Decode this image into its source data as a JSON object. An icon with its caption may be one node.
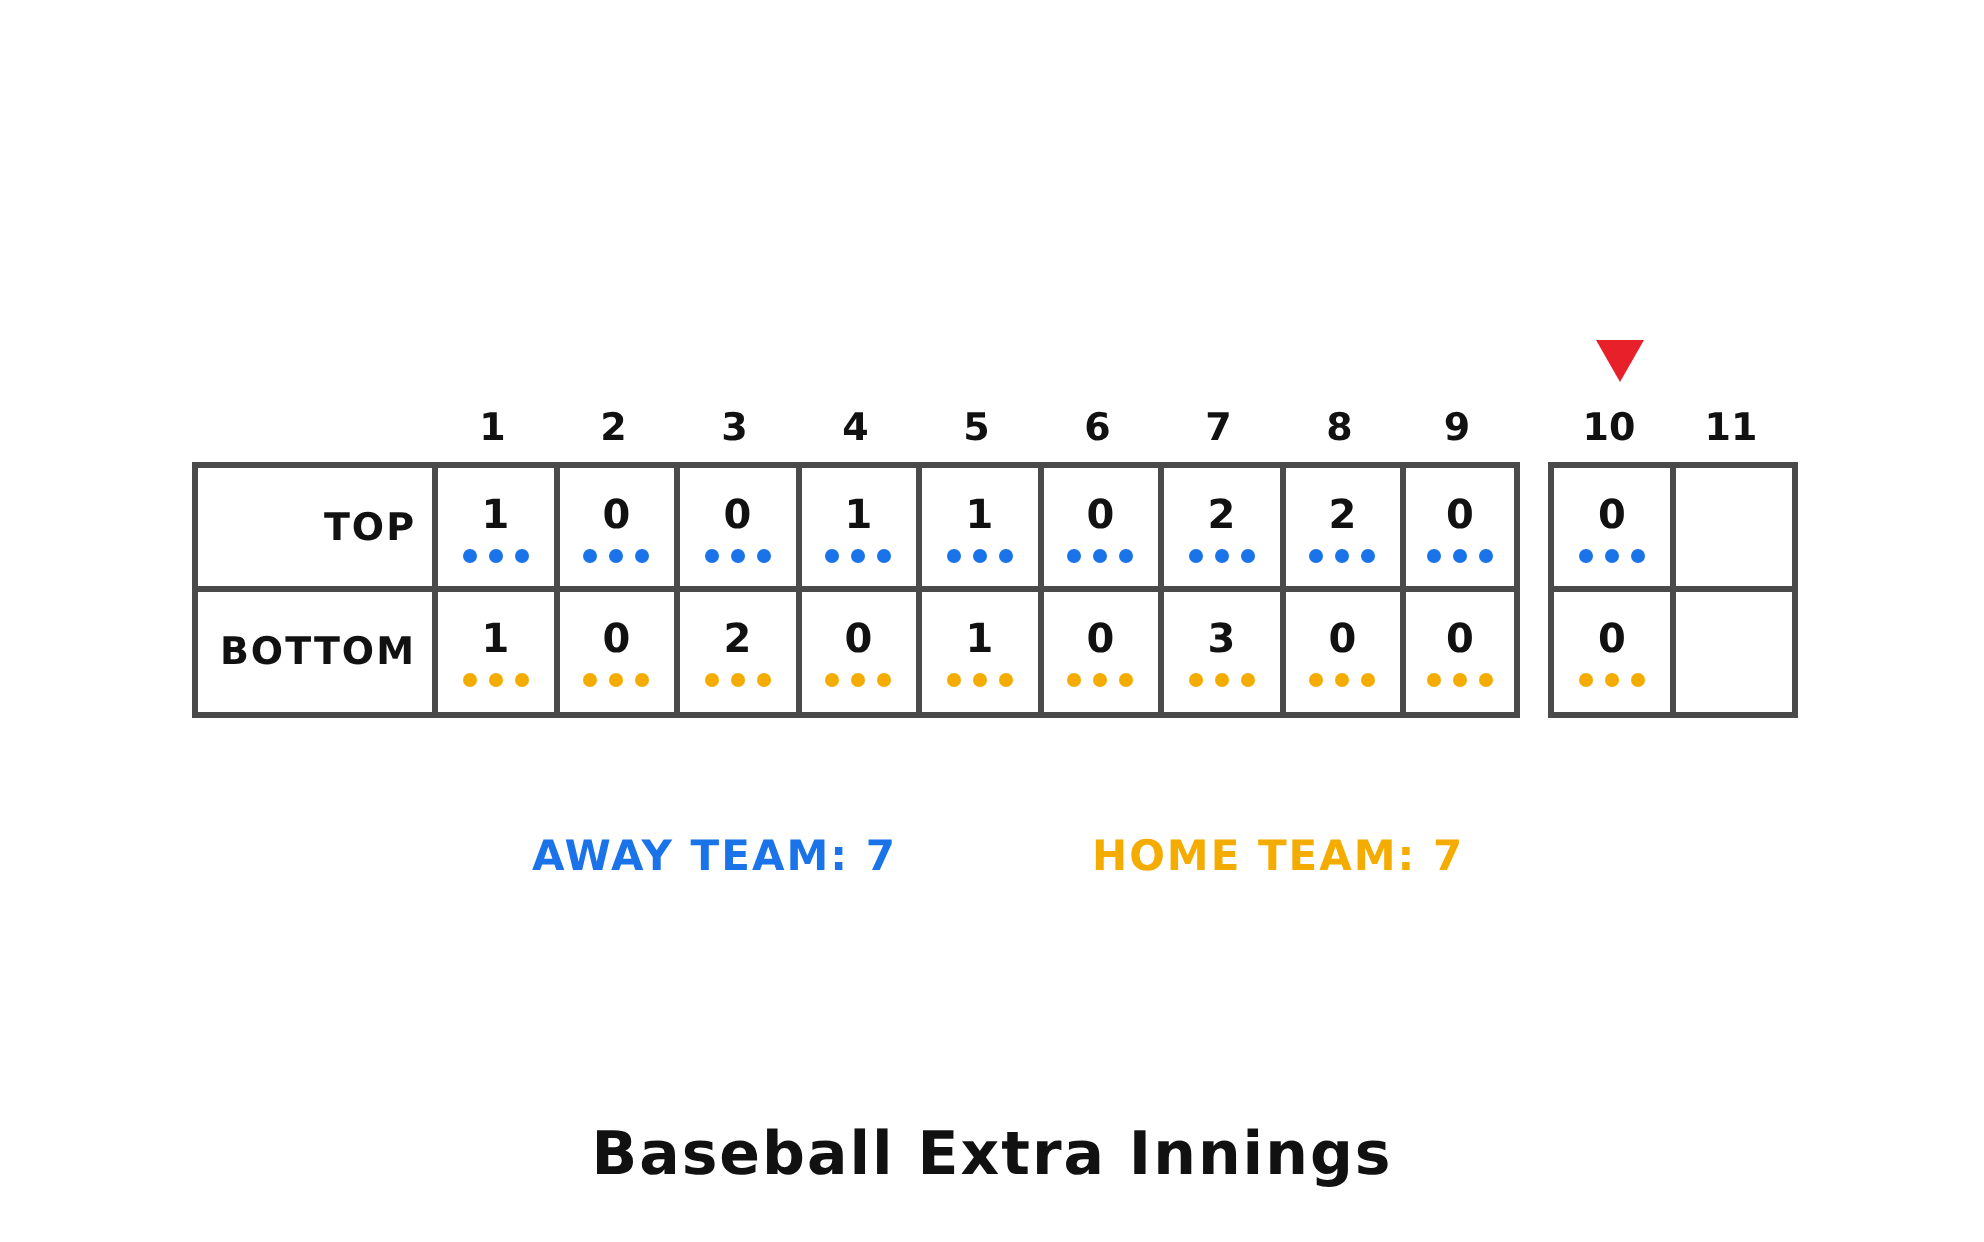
{
  "diagram": {
    "caption": "Baseball Extra Innings",
    "labels": [
      "1",
      "2",
      "3",
      "4",
      "5",
      "6",
      "7",
      "8",
      "9",
      "10",
      "11",
      "TOP",
      "1",
      "0",
      "0",
      "1",
      "1",
      "0",
      "2",
      "2",
      "0",
      "0",
      "BOTTOM",
      "1",
      "0",
      "2",
      "0",
      "1",
      "0",
      "3",
      "0",
      "0",
      "0",
      "AWAY TEAM: 7",
      "HOME TEAM: 7"
    ]
  }
}
